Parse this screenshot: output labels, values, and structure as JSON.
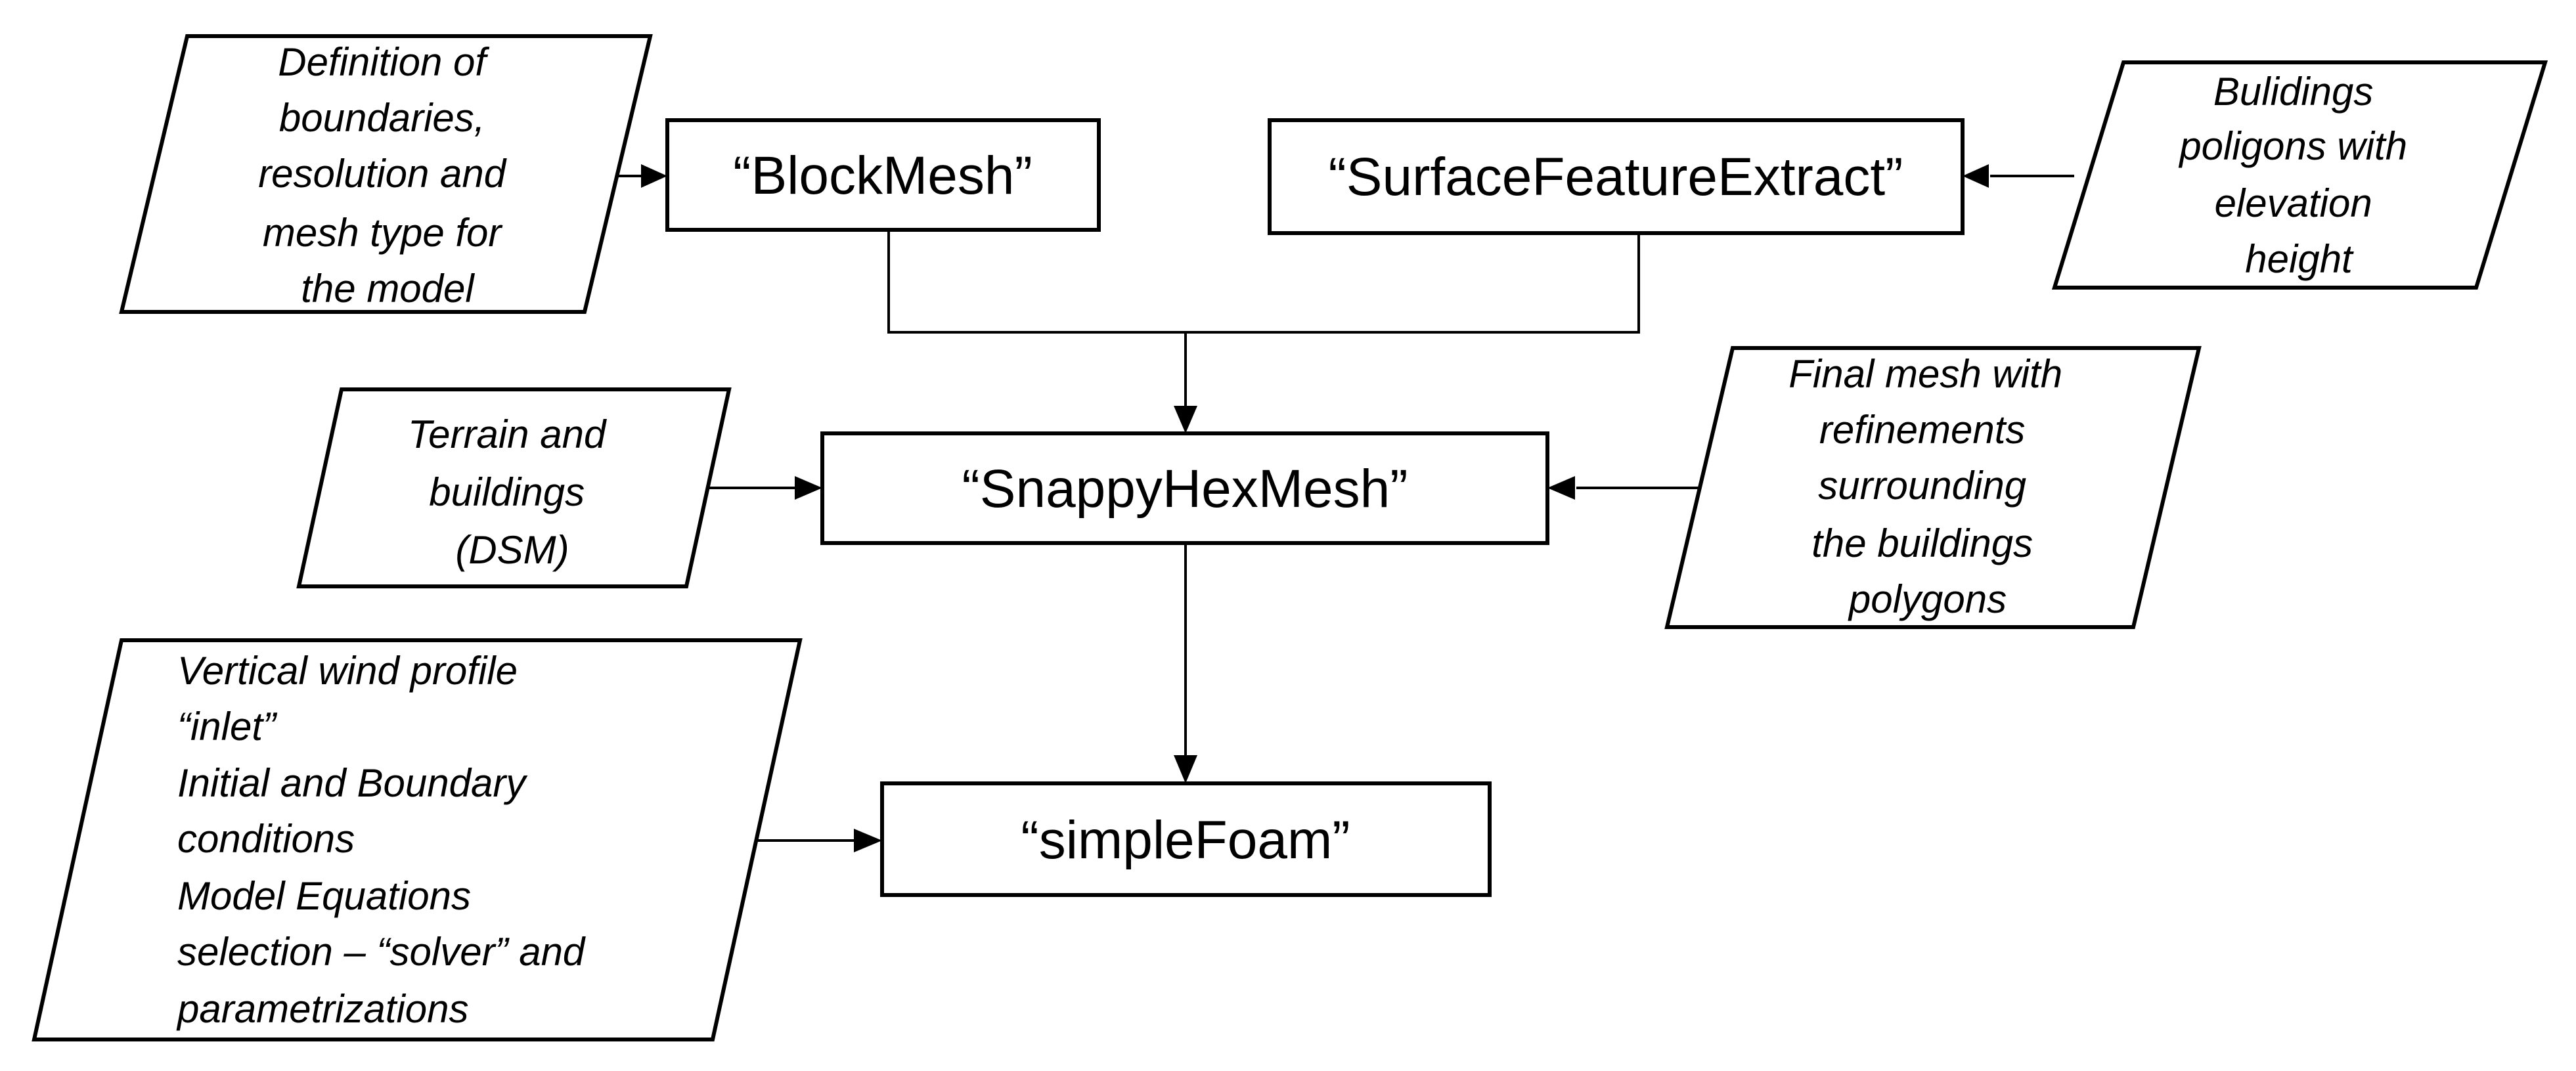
{
  "processes": {
    "blockmesh": "“BlockMesh”",
    "surface_feature_extract": "“SurfaceFeatureExtract”",
    "snappy_hex_mesh": "“SnappyHexMesh”",
    "simple_foam": "“simpleFoam”"
  },
  "inputs": {
    "boundaries_definition": [
      "Definition of",
      "boundaries,",
      "resolution and",
      "mesh type for",
      "the model"
    ],
    "buildings_polygons": [
      "Bulidings",
      "poligons  with",
      "elevation",
      "height"
    ],
    "terrain_buildings": [
      "Terrain and",
      "buildings",
      "(DSM)"
    ],
    "final_mesh": [
      "Final mesh with",
      "refinements",
      "surrounding",
      "the buildings",
      "polygons"
    ],
    "simulation_setup": [
      "Vertical wind profile",
      "“inlet”",
      "Initial and Boundary",
      "conditions",
      "Model Equations",
      "selection – “solver” and",
      "parametrizations"
    ]
  },
  "colors": {
    "stroke": "#000000",
    "fill": "#ffffff",
    "text": "#000000"
  }
}
